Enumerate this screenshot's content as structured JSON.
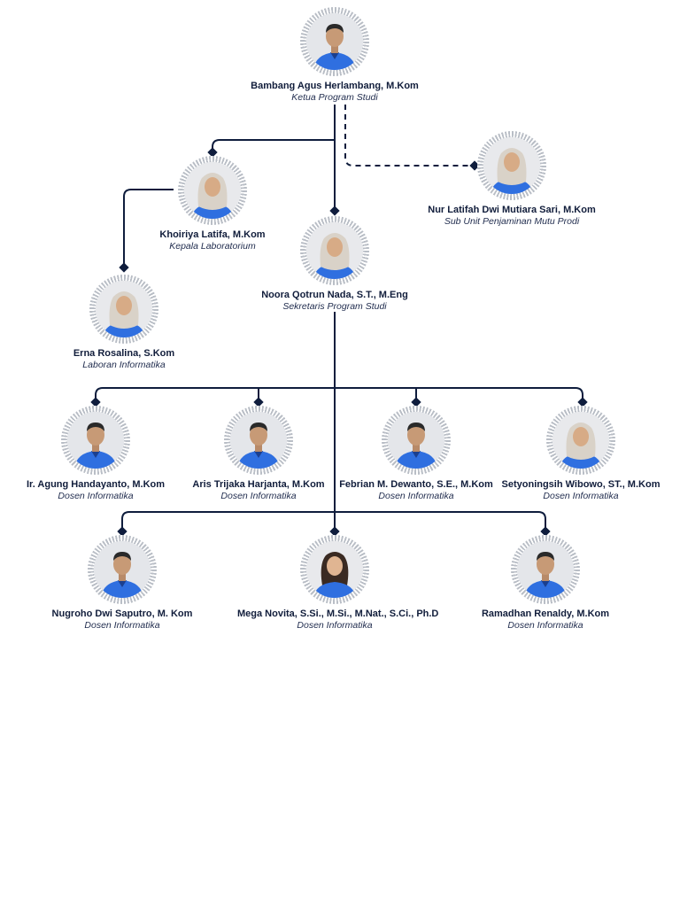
{
  "colors": {
    "line": "#0f1d3d",
    "shirt": "#2f6fe0",
    "ring": "#b9bec6"
  },
  "people": {
    "kaprodi": {
      "name": "Bambang Agus Herlambang, M.Kom",
      "role": "Ketua Program Studi",
      "icon": "man-portrait"
    },
    "mutu": {
      "name": "Nur Latifah Dwi Mutiara Sari, M.Kom",
      "role": "Sub Unit Penjaminan Mutu Prodi",
      "icon": "hijab-portrait"
    },
    "kalab": {
      "name": "Khoiriya Latifa, M.Kom",
      "role": "Kepala Laboratorium",
      "icon": "hijab-portrait"
    },
    "sekprodi": {
      "name": "Noora Qotrun Nada, S.T., M.Eng",
      "role": "Sekretaris Program Studi",
      "icon": "hijab-portrait"
    },
    "laboran": {
      "name": "Erna Rosalina, S.Kom",
      "role": "Laboran Informatika",
      "icon": "hijab-portrait"
    },
    "dosen1": {
      "name": "Ir. Agung Handayanto, M.Kom",
      "role": "Dosen Informatika",
      "icon": "man-portrait"
    },
    "dosen2": {
      "name": "Aris Trijaka Harjanta, M.Kom",
      "role": "Dosen Informatika",
      "icon": "man-portrait"
    },
    "dosen3": {
      "name": "Febrian M. Dewanto, S.E., M.Kom",
      "role": "Dosen Informatika",
      "icon": "man-portrait"
    },
    "dosen4": {
      "name": "Setyoningsih Wibowo, ST., M.Kom",
      "role": "Dosen Informatika",
      "icon": "hijab-portrait"
    },
    "dosen5": {
      "name": "Nugroho Dwi Saputro, M. Kom",
      "role": "Dosen Informatika",
      "icon": "man-portrait"
    },
    "dosen6": {
      "name": "Mega Novita, S.Si., M.Si., M.Nat., S.Ci., Ph.D",
      "role": "Dosen Informatika",
      "icon": "woman-portrait"
    },
    "dosen7": {
      "name": "Ramadhan Renaldy, M.Kom",
      "role": "Dosen Informatika",
      "icon": "man-portrait"
    }
  }
}
